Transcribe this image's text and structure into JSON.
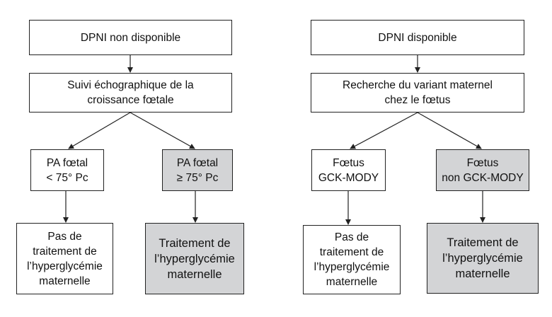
{
  "colors": {
    "outcome_fill": "#d3d4d6",
    "line": "#222222"
  },
  "left": {
    "top": "DPNI non disponible",
    "middle": "Suivi échographique de la\ncroissance fœtale",
    "branch_a": "PA fœtal\n< 75° Pc",
    "branch_b": "PA fœtal\n≥ 75° Pc",
    "outcome_a": "Pas de\ntraitement de\nl’hyperglycémie\nmaternelle",
    "outcome_b": "Traitement de\nl’hyperglycémie\nmaternelle"
  },
  "right": {
    "top": "DPNI disponible",
    "middle": "Recherche du variant maternel\nchez le fœtus",
    "branch_a": "Fœtus\nGCK-MODY",
    "branch_b": "Fœtus\nnon GCK-MODY",
    "outcome_a": "Pas de\ntraitement de\nl’hyperglycémie\nmaternelle",
    "outcome_b": "Traitement de\nl’hyperglycémie\nmaternelle"
  }
}
